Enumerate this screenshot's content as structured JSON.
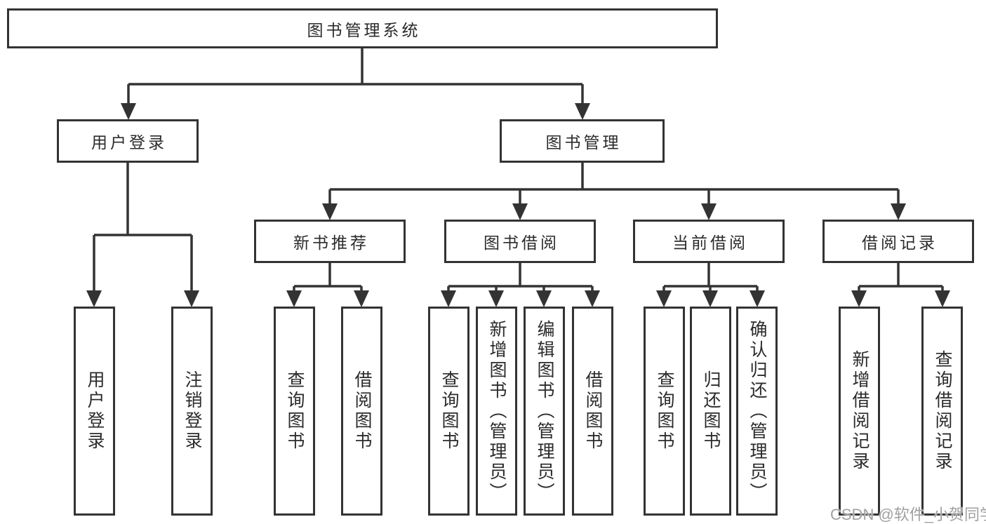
{
  "diagram": {
    "root": {
      "label": "图书管理系统"
    },
    "branches": [
      {
        "label": "用户登录",
        "children": [
          {
            "label": "用户登录"
          },
          {
            "label": "注销登录"
          }
        ]
      },
      {
        "label": "图书管理",
        "children": [
          {
            "label": "新书推荐",
            "children": [
              {
                "label": "查询图书"
              },
              {
                "label": "借阅图书"
              }
            ]
          },
          {
            "label": "图书借阅",
            "children": [
              {
                "label": "查询图书"
              },
              {
                "label": "新增图书（管理员）"
              },
              {
                "label": "编辑图书（管理员）"
              },
              {
                "label": "借阅图书"
              }
            ]
          },
          {
            "label": "当前借阅",
            "children": [
              {
                "label": "查询图书"
              },
              {
                "label": "归还图书"
              },
              {
                "label": "确认归还（管理员）"
              }
            ]
          },
          {
            "label": "借阅记录",
            "children": [
              {
                "label": "新增借阅记录"
              },
              {
                "label": "查询借阅记录"
              }
            ]
          }
        ]
      }
    ]
  },
  "watermark": {
    "text": "CSDN @软件_小贺同学"
  },
  "colors": {
    "line": "#333333",
    "border": "#333333",
    "background": "#ffffff",
    "text": "#2b2b2b",
    "watermark": "#a0a0a0"
  }
}
